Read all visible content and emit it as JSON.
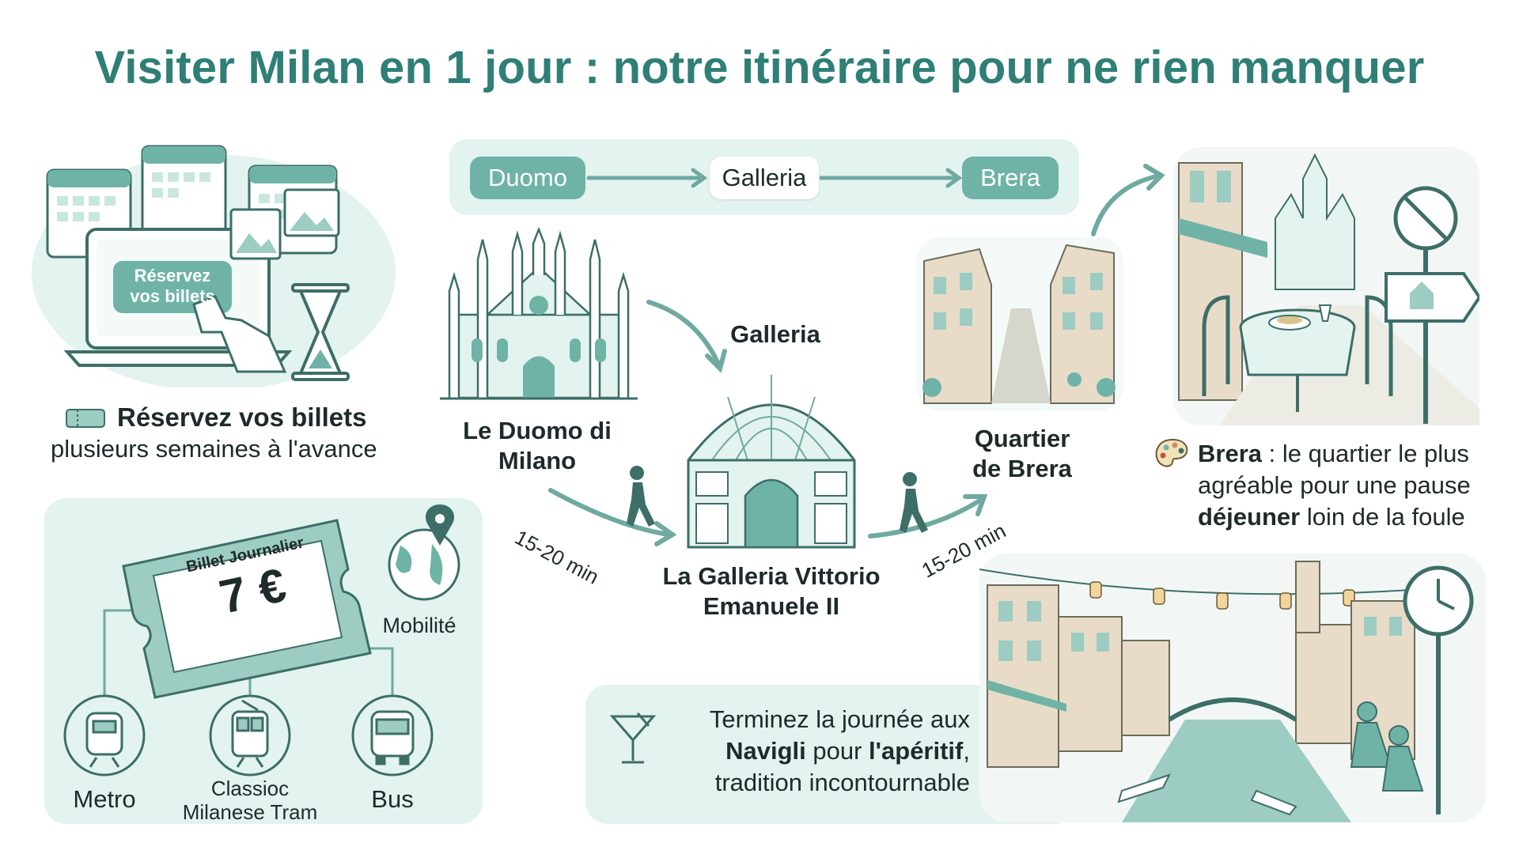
{
  "title": "Visiter Milan en 1 jour : notre itinéraire pour ne rien manquer",
  "route": {
    "steps": [
      "Duomo",
      "Galleria",
      "Brera"
    ]
  },
  "booking": {
    "screen_button": "Réservez vos billets",
    "heading": "Réservez vos billets",
    "subtext": "plusieurs semaines à l'avance"
  },
  "landmarks": {
    "duomo_label": "Le Duomo di Milano",
    "galleria_top_label": "Galleria",
    "galleria_label": "La Galleria Vittorio Emanuele II",
    "brera_label": "Quartier de Brera"
  },
  "walk": {
    "leg1": "15-20 min",
    "leg2": "15-20 min"
  },
  "brera_tip": {
    "strong1": "Brera",
    "text1": " : le quartier le plus agréable pour une pause ",
    "strong2": "déjeuner",
    "text2": " loin de la foule"
  },
  "transport": {
    "ticket_title": "Billet Journalier",
    "ticket_price": "7 €",
    "mobility_label": "Mobilité",
    "modes": [
      "Metro",
      "Classioc Milanese Tram",
      "Bus"
    ]
  },
  "navigli": {
    "text1": "Terminez la journée aux ",
    "strong1": "Navigli",
    "text2": " pour ",
    "strong2": "l'apéritif",
    "text3": ", tradition incontournable"
  },
  "colors": {
    "accent": "#2f7f76",
    "pill": "#6fb3a7",
    "panel": "#e3f3ef",
    "line": "#6fa9a1"
  }
}
